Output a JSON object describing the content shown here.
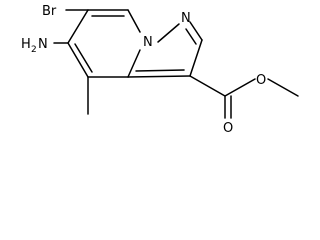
{
  "molecule": {
    "atoms": {
      "br": "Br",
      "n1": "N",
      "n2": "N",
      "nh2_n": "N",
      "nh2_h": "H",
      "nh2_sub": "2",
      "o_carbonyl": "O",
      "o_ester": "O"
    }
  }
}
